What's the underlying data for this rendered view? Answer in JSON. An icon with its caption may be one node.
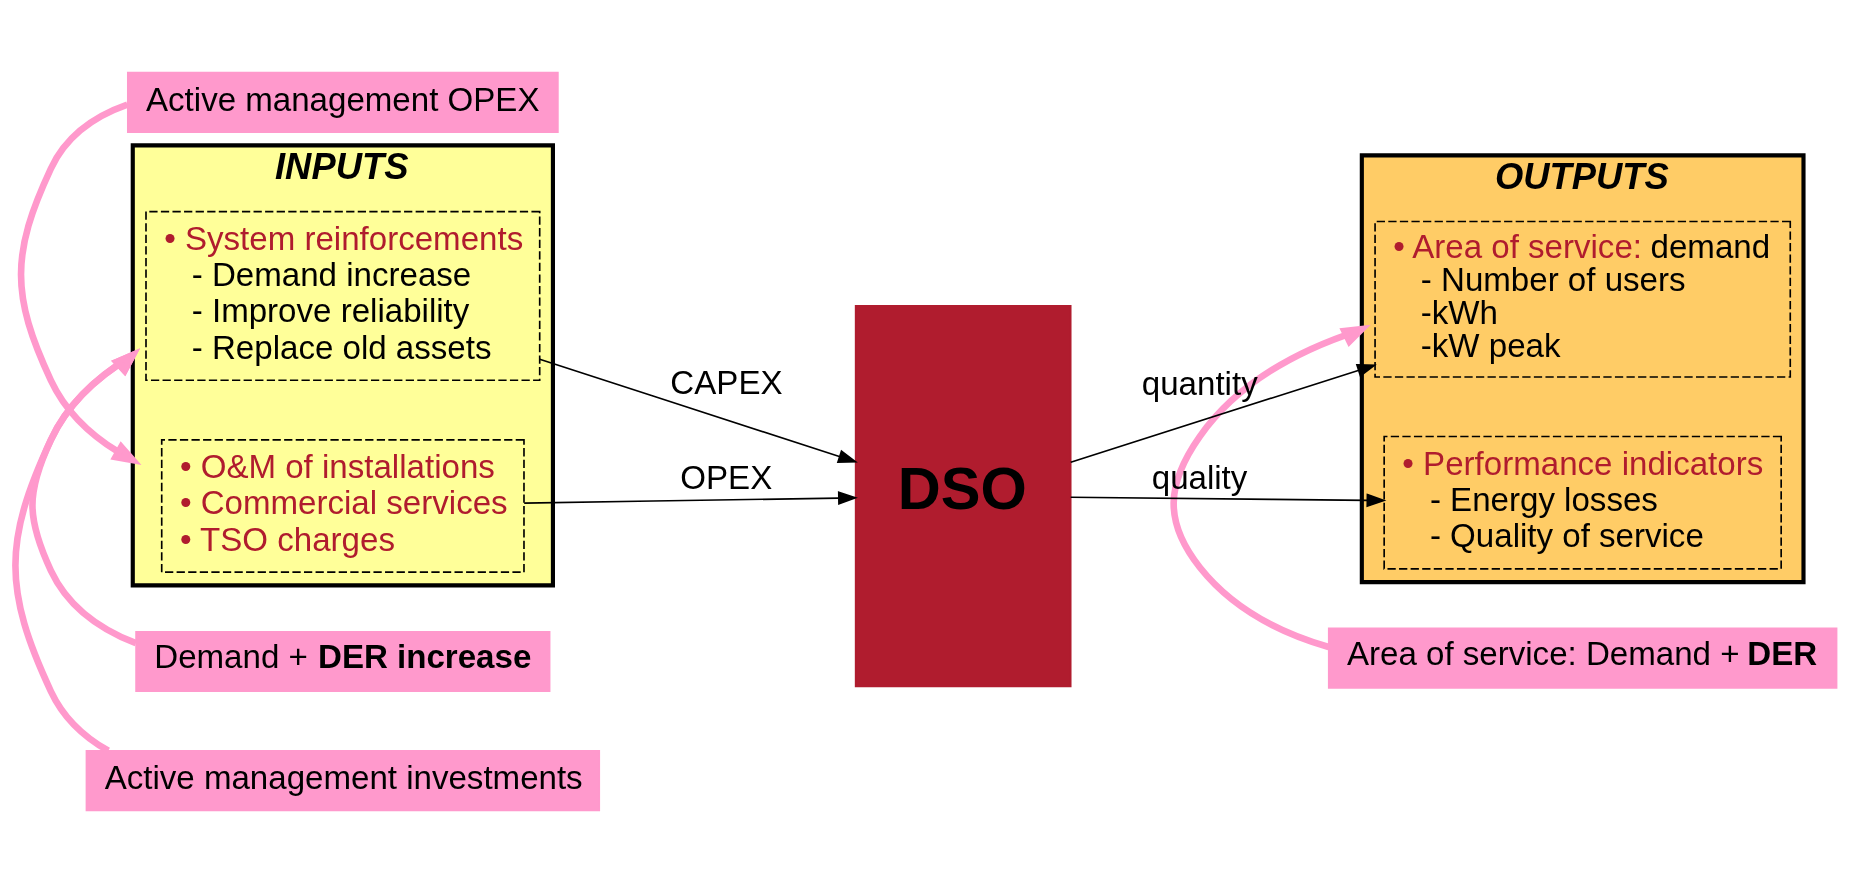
{
  "diagram": {
    "nodes": [
      {
        "text": [
          "Active management investments"
        ]
      },
      {
        "text": [
          "Demand + **DER increase**"
        ]
      },
      {
        "text": [
          "Area of service: Demand + **DER**"
        ]
      },
      {
        "text": [
          "INPUTS"
        ]
      },
      {
        "text": [
          "• System reinforcements",
          "- Demand increase",
          "- Improve reliability",
          "- Replace old assets"
        ],
        "in": 3
      },
      {
        "text": [
          "• O&M of installations",
          "• Commercial services",
          "• TSO charges"
        ],
        "in": 3
      },
      {
        "text": [
          "DSO"
        ]
      },
      {
        "text": [
          "OUTPUTS"
        ]
      },
      {
        "text": [
          "• Area of service: demand",
          "- Number of users",
          "-kWh",
          "-kW peak"
        ],
        "in": 7
      },
      {
        "text": [
          "• Performance indicators",
          "- Energy losses",
          "- Quality of service"
        ],
        "in": 7
      },
      {
        "text": [
          "Active management OPEX"
        ]
      }
    ],
    "edges": [
      {
        "from": 0,
        "to": 3,
        "arrow": "to",
        "style": "thick",
        "color": "#ff99cc"
      },
      {
        "from": 1,
        "to": 3,
        "arrow": "to",
        "style": "thick",
        "color": "#ff99cc"
      },
      {
        "from": 2,
        "to": 7,
        "arrow": "to",
        "style": "thick",
        "color": "#ff99cc"
      },
      {
        "from": 10,
        "to": 3,
        "arrow": "to",
        "style": "thick",
        "color": "#ff99cc"
      },
      {
        "from": 4,
        "to": 6,
        "arrow": "to",
        "label": "CAPEX",
        "color": "#000000"
      },
      {
        "from": 5,
        "to": 6,
        "arrow": "to",
        "label": "OPEX",
        "color": "#000000"
      },
      {
        "from": 6,
        "to": 8,
        "arrow": "to",
        "label": "quantity",
        "color": "#000000"
      },
      {
        "from": 6,
        "to": 9,
        "arrow": "to",
        "label": "quality",
        "color": "#000000"
      }
    ]
  }
}
